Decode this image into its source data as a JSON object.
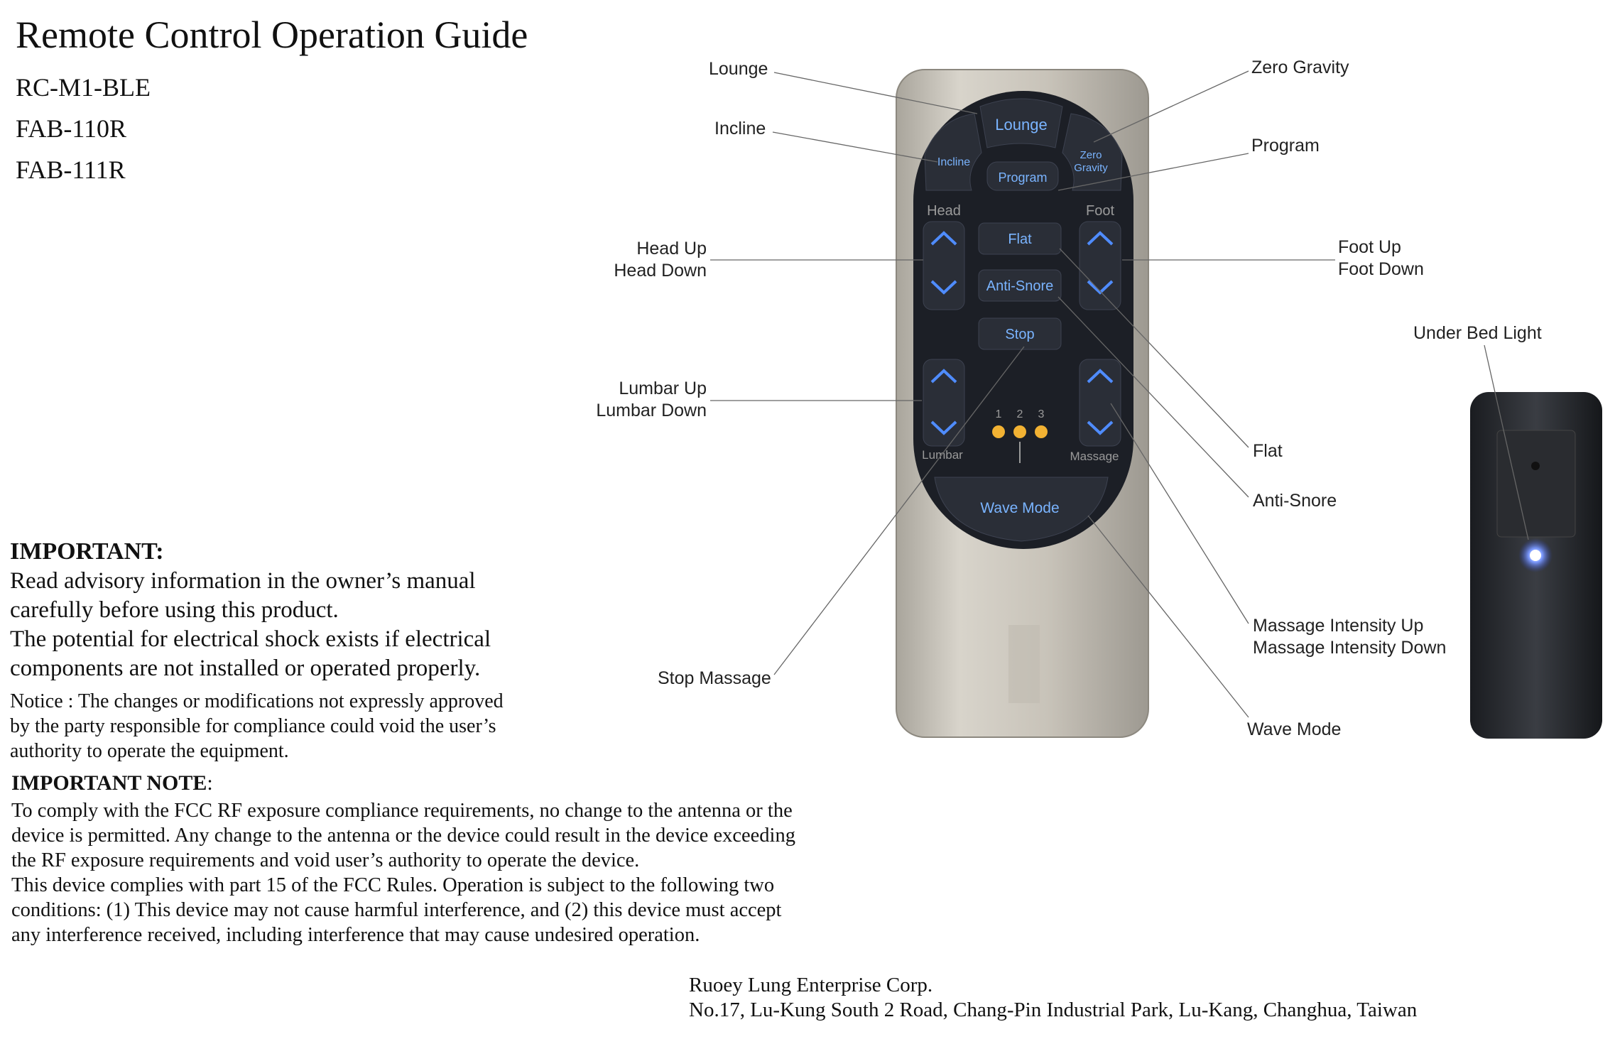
{
  "title": "Remote Control Operation Guide",
  "models": [
    "RC-M1-BLE",
    "FAB-110R",
    "FAB-111R"
  ],
  "important": {
    "heading": "IMPORTANT:",
    "lines": [
      "Read advisory information in the owner’s manual",
      "carefully before using this product.",
      "The potential for electrical shock exists if electrical",
      "components are not installed or operated properly."
    ],
    "notice": [
      "Notice : The changes or modifications not expressly approved",
      "by the party responsible for compliance could void the user’s",
      "authority to operate the equipment."
    ]
  },
  "important_note": {
    "heading": "IMPORTANT NOTE",
    "colon": ":",
    "lines": [
      "To comply with the FCC RF exposure compliance requirements, no change to the antenna or the",
      "device is permitted. Any change to the antenna or the device could result in the device exceeding",
      "the RF exposure requirements and void user’s authority to operate the device.",
      "This device complies with part 15 of the FCC Rules. Operation is subject to the following two",
      "conditions: (1) This device may not cause harmful interference, and (2) this device must accept",
      "any interference received, including interference that may cause undesired operation."
    ]
  },
  "company": {
    "name": "Ruoey Lung Enterprise Corp.",
    "address": "No.17, Lu-Kung South 2 Road, Chang-Pin Industrial Park, Lu-Kang, Changhua, Taiwan"
  },
  "callouts": {
    "lounge": "Lounge",
    "incline": "Incline",
    "head_up": "Head Up",
    "head_down": "Head Down",
    "lumbar_up": "Lumbar Up",
    "lumbar_down": "Lumbar Down",
    "stop_massage": "Stop Massage",
    "zero_gravity": "Zero Gravity",
    "program": "Program",
    "foot_up": "Foot Up",
    "foot_down": "Foot Down",
    "under_bed_light": "Under Bed Light",
    "flat": "Flat",
    "anti_snore": "Anti-Snore",
    "massage_up": "Massage Intensity Up",
    "massage_down": "Massage Intensity Down",
    "wave_mode": "Wave Mode"
  },
  "remote": {
    "btn_lounge": "Lounge",
    "btn_incline": "Incline",
    "btn_zero": "Zero",
    "btn_gravity": "Gravity",
    "btn_program": "Program",
    "btn_flat": "Flat",
    "btn_anti_snore": "Anti-Snore",
    "btn_stop": "Stop",
    "btn_wave": "Wave Mode",
    "lbl_head": "Head",
    "lbl_foot": "Foot",
    "lbl_lumbar": "Lumbar",
    "lbl_massage": "Massage",
    "level_1": "1",
    "level_2": "2",
    "level_3": "3"
  },
  "colors": {
    "button_glow": "#4f8cff",
    "remote_body": "#c9c5bc",
    "keypad": "#1c1f26",
    "led": "#f2b233",
    "light": "#5a7dff"
  }
}
